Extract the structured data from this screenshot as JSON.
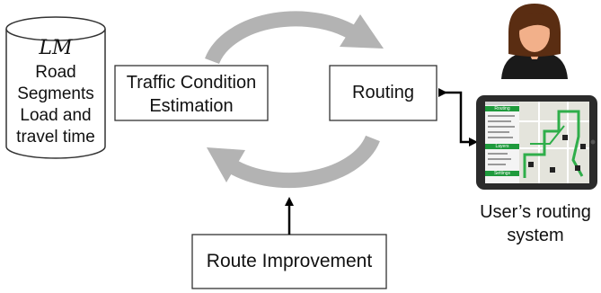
{
  "database": {
    "symbol": "LM",
    "lines": [
      "Road",
      "Segments",
      "Load and",
      "travel time"
    ]
  },
  "boxes": {
    "traffic_estimation": [
      "Traffic Condition",
      "Estimation"
    ],
    "routing": "Routing",
    "route_improvement": "Route Improvement"
  },
  "user_system_label": [
    "User’s routing",
    "system"
  ],
  "tablet_screen": {
    "sections": [
      "Routing",
      "Layers",
      "Settings"
    ]
  },
  "colors": {
    "cycle_arrow": "#b3b3b3",
    "box_border": "#333333",
    "tablet_body": "#2b2b2b",
    "menu_green": "#1e9a3c",
    "map_route": "#2fae4a",
    "avatar_hair": "#5a2d12",
    "avatar_skin": "#f2b08a",
    "avatar_suit": "#1a1a1a"
  }
}
